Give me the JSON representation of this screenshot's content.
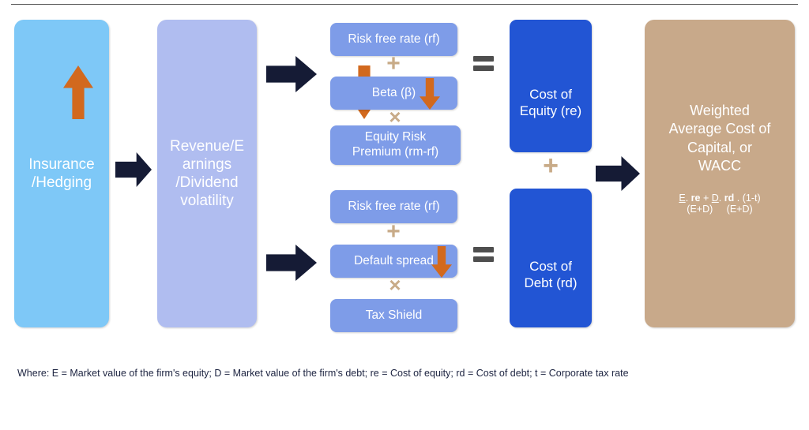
{
  "title": "Cost of Capital / WACC flow diagram",
  "colors": {
    "light_blue": "#7ec8f7",
    "periwinkle": "#b0bdf0",
    "component_blue": "#7e9ce8",
    "result_blue": "#2255d4",
    "wacc_tan": "#c8a98a",
    "orange_arrow": "#d2691e",
    "navy_arrow": "#151b35",
    "operator_tan": "#c8ab88",
    "equals_gray": "#4e4e4e"
  },
  "pillars": {
    "insurance": {
      "label": "Insurance\n/Hedging",
      "line1": "Insurance",
      "line2": "/Hedging",
      "arrow": "arrow-up-icon"
    },
    "volatility": {
      "line1": "Revenue/E",
      "line2": "arnings",
      "line3": "/Dividend",
      "line4": "volatility",
      "arrow": "arrow-down-icon"
    },
    "wacc": {
      "title_line1": "Weighted",
      "title_line2": "Average Cost of",
      "title_line3": "Capital, or",
      "title_line4": "WACC",
      "arrow": "arrow-down-icon",
      "formula": {
        "numerator_1": "E",
        "denominator_1": "(E+D)",
        "term_1": "re",
        "operator_1": "+",
        "numerator_2": "D",
        "denominator_2": "(E+D)",
        "term_2": "rd",
        "operator_2": ".",
        "term_3": "(1-t)",
        "dot": "."
      }
    }
  },
  "equity_branch": {
    "components": [
      {
        "label": "Risk free rate (rf)",
        "name": "risk-free-rate"
      },
      {
        "label": "Beta (β)",
        "name": "beta",
        "has_arrow": true
      },
      {
        "label_line1": "Equity Risk",
        "label_line2": "Premium (rm-rf)",
        "name": "equity-risk-premium"
      }
    ],
    "operator_after_first": "+",
    "operator_after_second": "×",
    "equals": "=",
    "result": {
      "line1": "Cost of",
      "line2": "Equity (re)",
      "arrow": "arrow-down-icon"
    }
  },
  "debt_branch": {
    "components": [
      {
        "label": "Risk free rate (rf)",
        "name": "risk-free-rate"
      },
      {
        "label": "Default spread",
        "name": "default-spread",
        "has_arrow": true
      },
      {
        "label": "Tax Shield",
        "name": "tax-shield"
      }
    ],
    "operator_after_first": "+",
    "operator_after_second": "×",
    "equals": "=",
    "result": {
      "line1": "Cost of",
      "line2": "Debt (rd)",
      "arrow": "arrow-down-icon"
    }
  },
  "combine_operator": "+",
  "caption": "Where: E = Market value of the firm's equity; D = Market value of the firm's debt; re = Cost of equity; rd = Cost of debt; t = Corporate tax rate"
}
